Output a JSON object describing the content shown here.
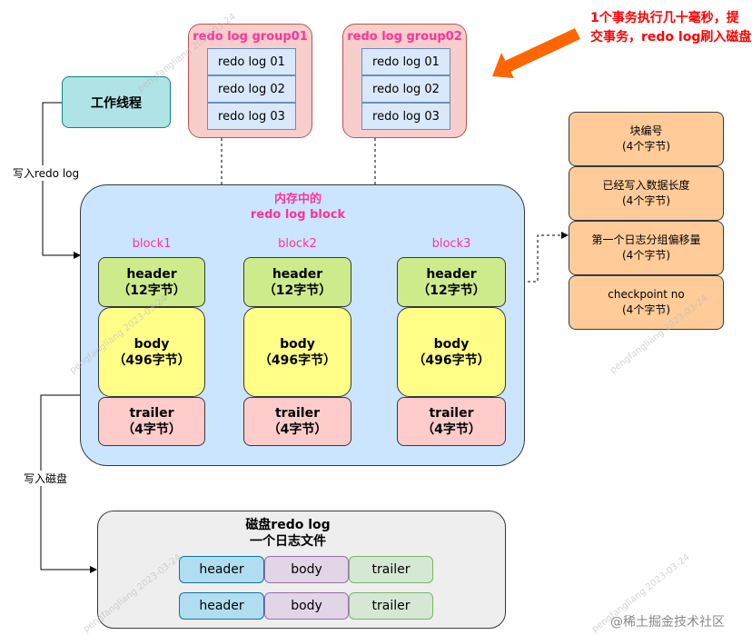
{
  "groups": [
    {
      "title": "redo log group01",
      "logs": [
        "redo log 01",
        "redo log 02",
        "redo log 03"
      ]
    },
    {
      "title": "redo log group02",
      "logs": [
        "redo log 01",
        "redo log 02",
        "redo log 03"
      ]
    }
  ],
  "note": {
    "line1": "1个事务执行几十毫秒，提",
    "line2": "交事务，redo log刷入磁盘"
  },
  "worker": {
    "label": "工作线程"
  },
  "edges": {
    "write_redo_log": "写入redo log",
    "write_disk": "写入磁盘"
  },
  "memory": {
    "title_line1": "内存中的",
    "title_line2": "redo log block"
  },
  "blocks": [
    {
      "label": "block1",
      "header": "header",
      "header_size": "（12字节）",
      "body": "body",
      "body_size": "（496字节）",
      "trailer": "trailer",
      "trailer_size": "（4字节）"
    },
    {
      "label": "block2",
      "header": "header",
      "header_size": "（12字节）",
      "body": "body",
      "body_size": "（496字节）",
      "trailer": "trailer",
      "trailer_size": "（4字节）"
    },
    {
      "label": "block3",
      "header": "header",
      "header_size": "（12字节）",
      "body": "body",
      "body_size": "（496字节）",
      "trailer": "trailer",
      "trailer_size": "（4字节）"
    }
  ],
  "header_fields": [
    {
      "name": "块编号",
      "size": "(4个字节)"
    },
    {
      "name": "已经写入数据长度",
      "size": "(4个字节)"
    },
    {
      "name": "第一个日志分组偏移量",
      "size": "(4个字节)"
    },
    {
      "name": "checkpoint no",
      "size": "(4个字节)"
    }
  ],
  "disk": {
    "title_line1": "磁盘redo log",
    "title_line2": "一个日志文件",
    "rows": [
      {
        "header": "header",
        "body": "body",
        "trailer": "trailer"
      },
      {
        "header": "header",
        "body": "body",
        "trailer": "trailer"
      }
    ]
  },
  "watermark": {
    "corner": "@稀土掘金技术社区",
    "diagonal": "pengfangliang 2023-03-24"
  },
  "colors": {
    "accent_pink": "#ff3399",
    "note_red": "#ff0000",
    "arrow_orange": "#ff6600"
  }
}
